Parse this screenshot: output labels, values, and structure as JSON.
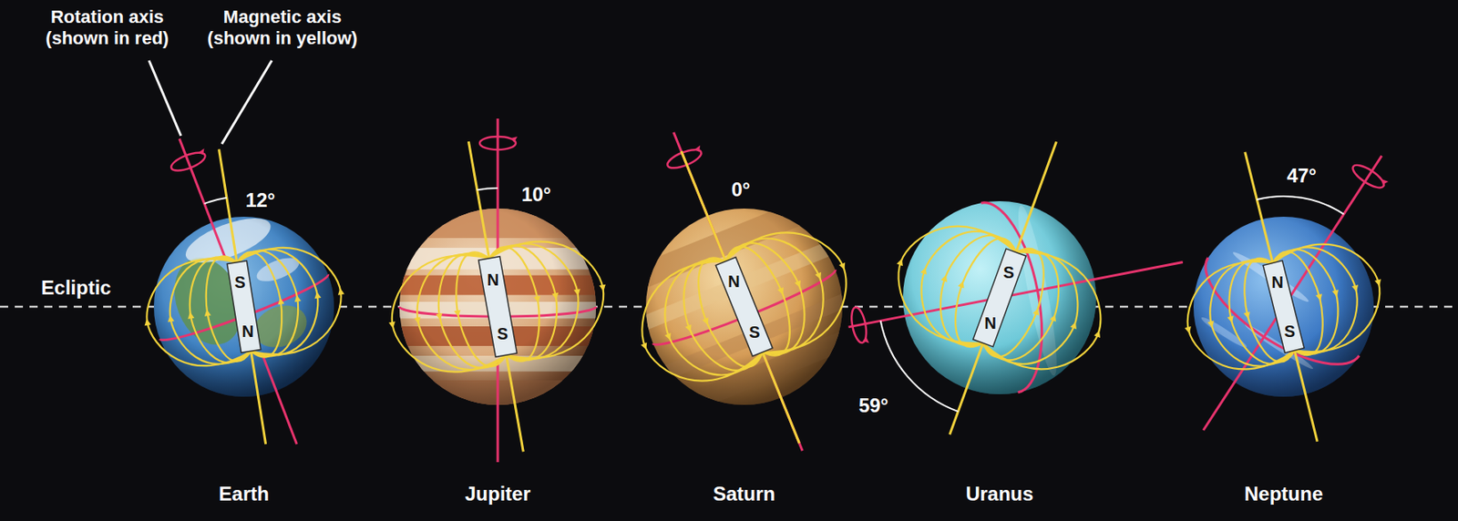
{
  "diagram": {
    "labels": [
      "Rotation axis (shown in red)",
      "Magnetic axis (shown in yellow)",
      "Ecliptic",
      "12°",
      "10°",
      "0°",
      "59°",
      "47°",
      "S",
      "N",
      "N",
      "S",
      "N",
      "S",
      "S",
      "N",
      "N",
      "S",
      "Earth",
      "Jupiter",
      "Saturn",
      "Uranus",
      "Neptune"
    ]
  }
}
